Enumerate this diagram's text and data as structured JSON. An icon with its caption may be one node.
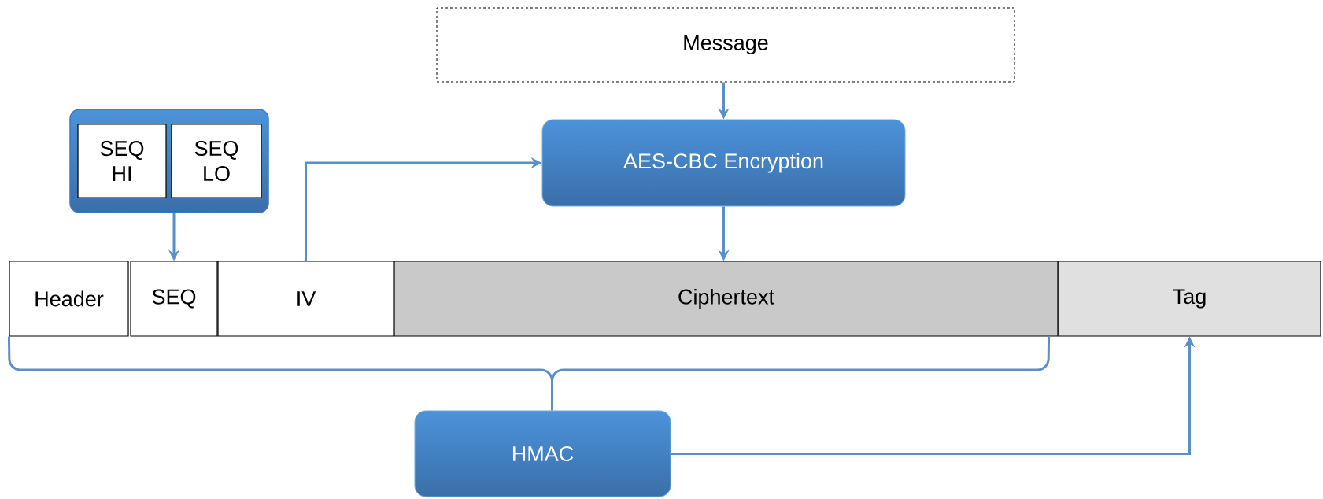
{
  "diagram": {
    "nodes": [
      {
        "text": [
          "Message"
        ]
      },
      {
        "text": [],
        "shape": "box"
      },
      {
        "text": [
          "SEQ HI"
        ],
        "in": 1
      },
      {
        "text": [
          "SEQ LO"
        ],
        "in": 1
      },
      {
        "text": [
          "AES-CBC Encryption"
        ]
      },
      {
        "text": [
          "Header"
        ]
      },
      {
        "text": [
          "SEQ"
        ]
      },
      {
        "text": [
          "IV"
        ]
      },
      {
        "text": [
          "Ciphertext"
        ]
      },
      {
        "text": [
          "Tag"
        ]
      },
      {
        "text": [
          "HMAC"
        ]
      }
    ],
    "edges": [
      {
        "from": 0,
        "to": 4,
        "arrow": "to"
      },
      {
        "from": 1,
        "to": 6,
        "arrow": "to"
      },
      {
        "from": 7,
        "to": 4,
        "arrow": "to"
      },
      {
        "from": 4,
        "to": 8,
        "arrow": "to"
      },
      {
        "from": 5,
        "to": 10,
        "arrow": "none"
      },
      {
        "from": 8,
        "to": 10,
        "arrow": "none"
      },
      {
        "from": 10,
        "to": 9,
        "arrow": "to"
      }
    ]
  }
}
